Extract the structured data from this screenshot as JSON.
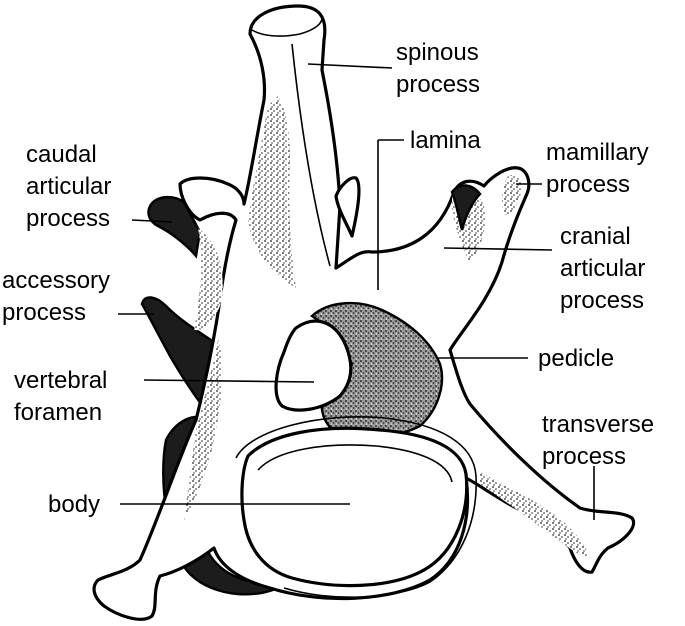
{
  "labels": {
    "spinous_1": "spinous",
    "spinous_2": "process",
    "lamina": "lamina",
    "mamillary_1": "mamillary",
    "mamillary_2": "process",
    "caudal_1": "caudal",
    "caudal_2": "articular",
    "caudal_3": "process",
    "cranial_1": "cranial",
    "cranial_2": "articular",
    "cranial_3": "process",
    "accessory_1": "accessory",
    "accessory_2": "process",
    "pedicle": "pedicle",
    "foramen_1": "vertebral",
    "foramen_2": "foramen",
    "transverse_1": "transverse",
    "transverse_2": "process",
    "body": "body"
  }
}
